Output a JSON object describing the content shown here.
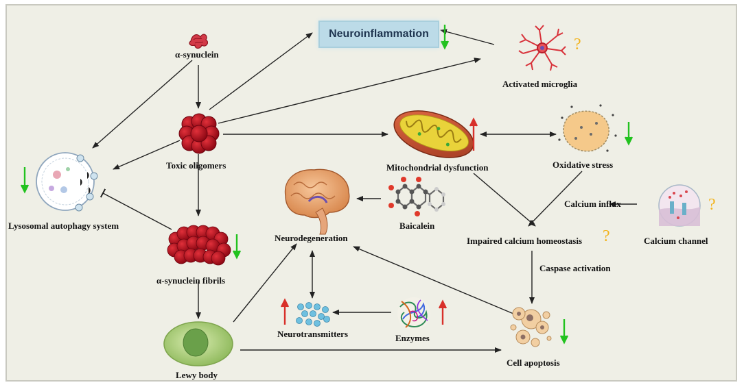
{
  "labels": {
    "neuroinflammation": "Neuroinflammation",
    "alpha_synuclein": "α-synuclein",
    "activated_microglia": "Activated microglia",
    "toxic_oligomers": "Toxic oligomers",
    "mitochondrial_dysfunction": "Mitochondrial dysfunction",
    "oxidative_stress": "Oxidative stress",
    "lysosomal_autophagy": "Lysosomal autophagy system",
    "baicalein": "Baicalein",
    "calcium_influx": "Calcium influx",
    "neurodegeneration": "Neurodegeneration",
    "impaired_calcium": "Impaired calcium homeostasis",
    "calcium_channel": "Calcium channel",
    "fibrils": "α-synuclein fibrils",
    "caspase_activation": "Caspase activation",
    "neurotransmitters": "Neurotransmitters",
    "enzymes": "Enzymes",
    "lewy_body": "Lewy body",
    "cell_apoptosis": "Cell apoptosis"
  },
  "question_mark": "?",
  "colors": {
    "down_arrow": "#22c21f",
    "up_arrow": "#d8302a",
    "question": "#f2b31c",
    "oligomer": "#b5101e",
    "title_box": "#bcdbe8"
  },
  "icons": [
    "alpha-synuclein-icon",
    "microglia-icon",
    "oligomer-icon",
    "mitochondrion-icon",
    "oxidative-cell-icon",
    "lysosome-icon",
    "brain-icon",
    "baicalein-molecule-icon",
    "calcium-channel-icon",
    "fibrils-icon",
    "neurotransmitter-icon",
    "enzyme-icon",
    "lewy-body-icon",
    "apoptosis-icon"
  ]
}
